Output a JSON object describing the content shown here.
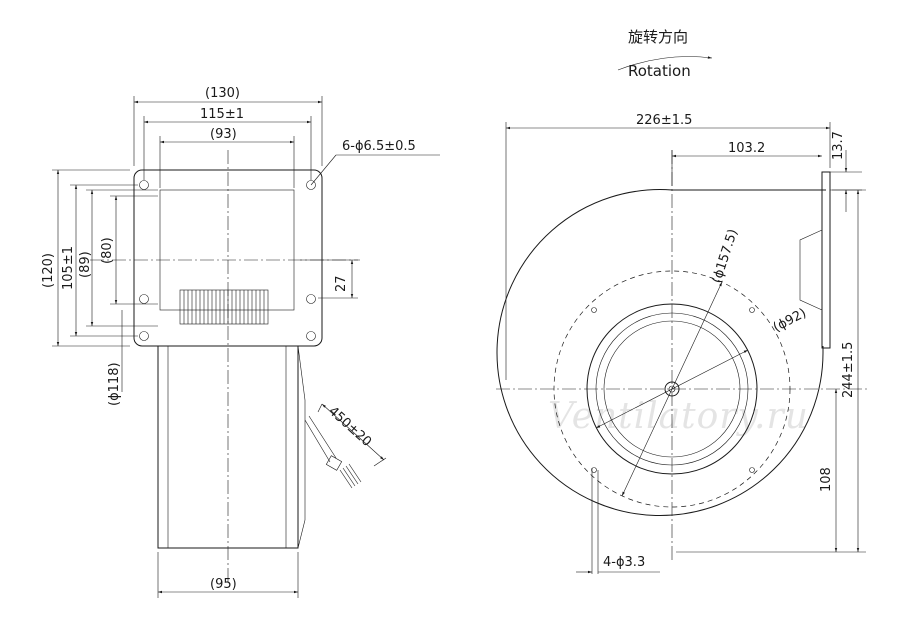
{
  "rotation": {
    "label_cn": "旋转方向",
    "label_en": "Rotation"
  },
  "watermark": "Ventilatory.ru",
  "side_view": {
    "dims": {
      "overall_width": "(130)",
      "hole_pitch_h": "115±1",
      "inner_width": "(93)",
      "mount_holes": "6-ϕ6.5±0.5",
      "overall_height": "(120)",
      "hole_pitch_v": "105±1",
      "inner_height_89": "(89)",
      "inner_height_80": "(80)",
      "outlet_height": "27",
      "body_dia": "(ϕ118)",
      "cable_length": "450±20",
      "body_width": "(95)"
    }
  },
  "front_view": {
    "dims": {
      "overall_width": "226±1.5",
      "outlet_offset": "103.2",
      "flange_thickness": "13.7",
      "impeller_dia": "(ϕ157.5)",
      "inlet_dia": "(ϕ92)",
      "overall_height": "244±1.5",
      "center_height": "108",
      "bottom_holes": "4-ϕ3.3"
    }
  }
}
